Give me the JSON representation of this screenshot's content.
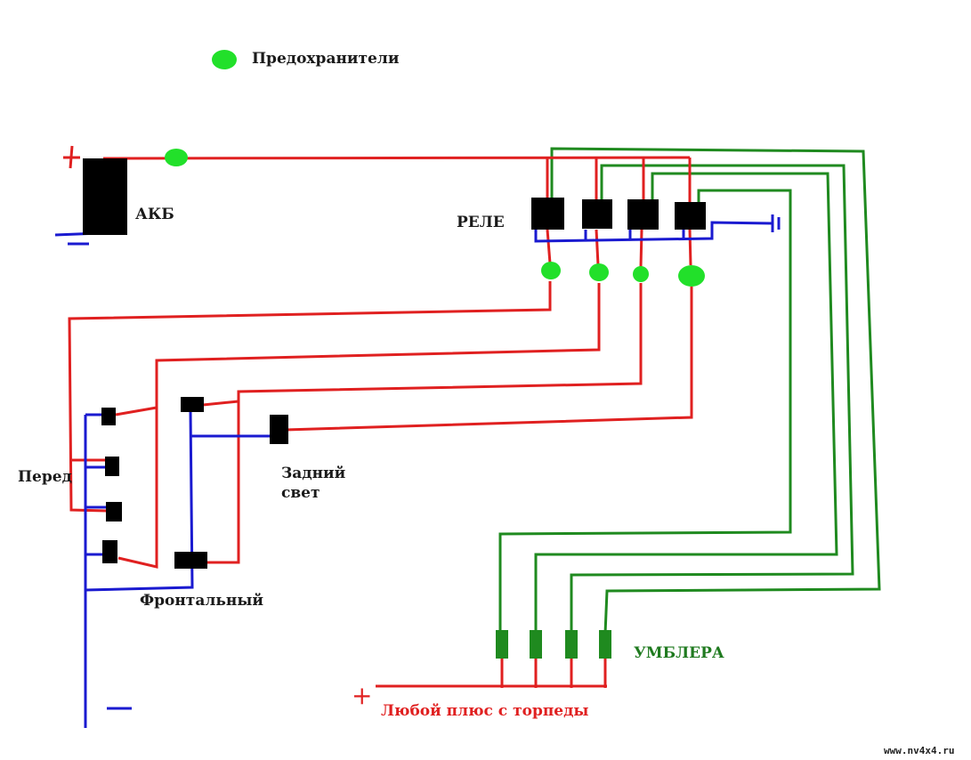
{
  "labels": {
    "legend": "Предохранители",
    "battery": "АКБ",
    "relay": "РЕЛЕ",
    "front": "Перед",
    "rear_line1": "Задний",
    "rear_line2": "свет",
    "frontal": "Фронтальный",
    "switches": "УМБЛЕРА",
    "any_plus": "Любой плюс с торпеды",
    "plus_sign": "+",
    "watermark": "www.nv4x4.ru"
  },
  "colors": {
    "power_wire": "#e02020",
    "ground_wire": "#1a1ad0",
    "control_wire": "#1f8a1f",
    "fuse": "#22e02a",
    "component": "#000000",
    "switch": "#1f8a1f"
  }
}
